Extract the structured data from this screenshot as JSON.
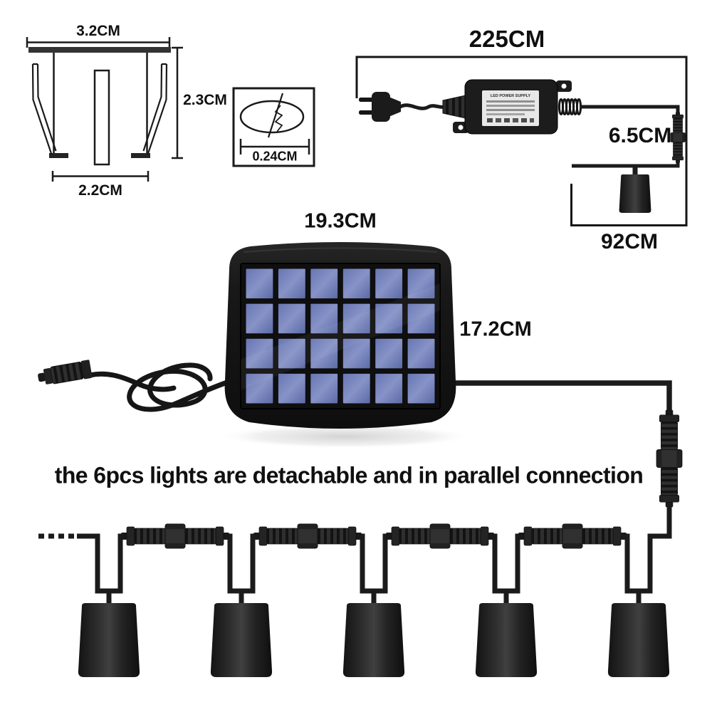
{
  "colors": {
    "line": "#1a1a1a",
    "wire": "#1b1b1b",
    "panel_body": "#1c1c1c",
    "solar_cell": "#6a79b6",
    "label_bg": "#e8e8e8"
  },
  "diagrams": {
    "recessed_light": {
      "top_width": "3.2CM",
      "height": "2.3CM",
      "bottom_width": "2.2CM"
    },
    "cable": {
      "diameter": "0.24CM"
    },
    "power_adapter": {
      "cable_length": "225CM",
      "connector_length": "6.5CM",
      "lead_length": "92CM",
      "label_title": "LED POWER SUPPLY"
    },
    "solar_panel": {
      "width": "19.3CM",
      "height": "17.2CM",
      "cell_rows": 4,
      "cell_cols": 6
    },
    "chain": {
      "caption": "the 6pcs lights are detachable and in parallel connection",
      "light_count": 5
    }
  }
}
